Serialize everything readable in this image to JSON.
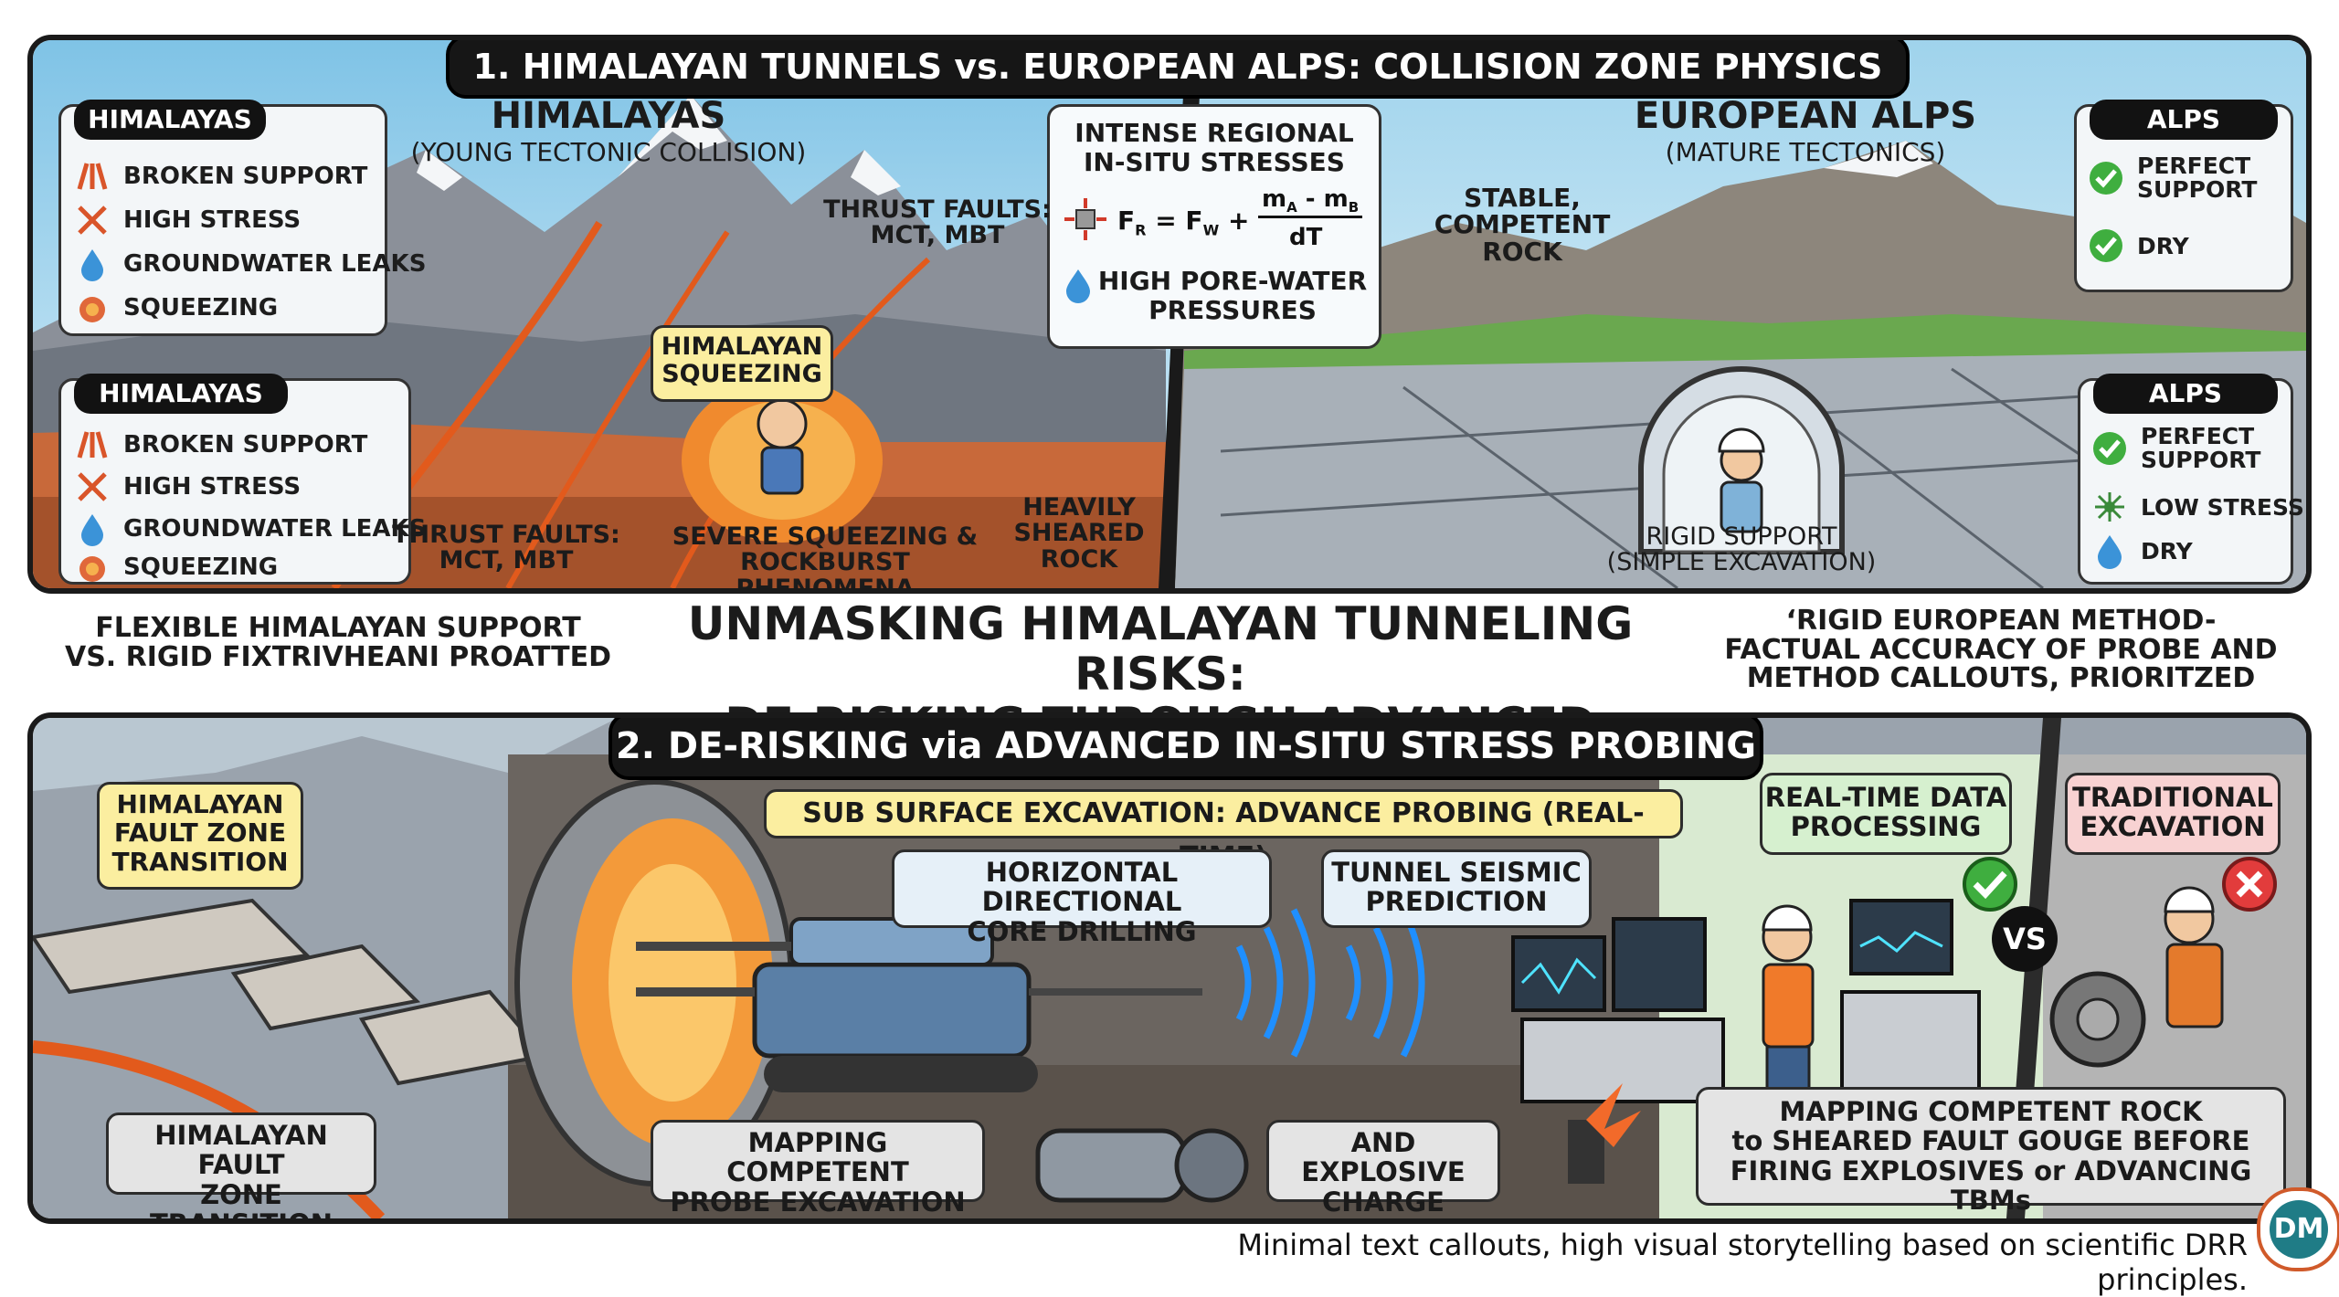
{
  "panel1": {
    "title": "1. HIMALAYAN TUNNELS vs. EUROPEAN ALPS: COLLISION ZONE PHYSICS",
    "left_heading": "HIMALAYAS",
    "left_subheading": "(YOUNG TECTONIC COLLISION)",
    "right_heading": "EUROPEAN ALPS",
    "right_subheading": "(MATURE TECTONICS)",
    "himalaya_box_1": {
      "title": "HIMALAYAS",
      "items": [
        {
          "icon": "broken-support-icon",
          "label": "BROKEN SUPPORT"
        },
        {
          "icon": "high-stress-icon",
          "label": "HIGH STRESS"
        },
        {
          "icon": "water-drop-icon",
          "label": "GROUNDWATER LEAKS"
        },
        {
          "icon": "squeezing-icon",
          "label": "SQUEEZING"
        }
      ]
    },
    "himalaya_box_2": {
      "title": "HIMALAYAS",
      "items": [
        {
          "icon": "broken-support-icon",
          "label": "BROKEN SUPPORT"
        },
        {
          "icon": "high-stress-icon",
          "label": "HIGH STRESS"
        },
        {
          "icon": "water-drop-icon",
          "label": "GROUNDWATER LEAKS"
        },
        {
          "icon": "squeezing-icon",
          "label": "SQUEEZING"
        }
      ]
    },
    "alps_box_1": {
      "title": "ALPS",
      "items": [
        {
          "icon": "check-icon",
          "label_line1": "PERFECT",
          "label_line2": "SUPPORT"
        },
        {
          "icon": "check-icon",
          "label_line1": "DRY",
          "label_line2": ""
        }
      ]
    },
    "alps_box_2": {
      "title": "ALPS",
      "items": [
        {
          "icon": "check-icon",
          "label_line1": "PERFECT",
          "label_line2": "SUPPORT"
        },
        {
          "icon": "low-stress-icon",
          "label_line1": "LOW STRESS",
          "label_line2": ""
        },
        {
          "icon": "water-drop-icon",
          "label_line1": "DRY",
          "label_line2": ""
        }
      ]
    },
    "stress_box": {
      "line1": "INTENSE REGIONAL",
      "line2": "IN-SITU STRESSES",
      "formula_lhs": "F",
      "formula_lhs_sub": "R",
      "formula_mid": " = F",
      "formula_mid_sub": "W",
      "formula_plus": " +",
      "frac_num_a": "m",
      "frac_num_a_sub": "A",
      "frac_num_op": " - m",
      "frac_num_b_sub": "B",
      "frac_den": "dT",
      "line3": "HIGH PORE-WATER",
      "line4": "PRESSURES"
    },
    "thrust_faults_top": {
      "line1": "THRUST FAULTS:",
      "line2": "MCT, MBT"
    },
    "thrust_faults_bottom": {
      "line1": "THRUST FAULTS:",
      "line2": "MCT, MBT"
    },
    "squeezing_callout": {
      "line1": "HIMALAYAN",
      "line2": "SQUEEZING"
    },
    "severe_squeezing": {
      "line1": "SEVERE SQUEEZING &",
      "line2": "ROCKBURST PHENOMENA"
    },
    "heavily_sheared": {
      "line1": "HEAVILY",
      "line2": "SHEARED",
      "line3": "ROCK"
    },
    "stable_rock": {
      "line1": "STABLE,",
      "line2": "COMPETENT",
      "line3": "ROCK"
    },
    "rigid_support": {
      "line1": "RIGID SUPPORT",
      "line2": "(SIMPLE EXCAVATION)"
    }
  },
  "middle": {
    "left_line1": "FLEXIBLE HIMALAYAN SUPPORT",
    "left_line2": "VS. RIGID FIXTRIVHEANI PROATTED",
    "main_line1": "UNMASKING HIMALAYAN TUNNELING RISKS:",
    "main_line2": "DE-RISKING THROUGH ADVANCED PROBING",
    "right_line1": "‘RIGID EUROPEAN METHOD-",
    "right_line2": "FACTUAL ACCURACY OF PROBE AND",
    "right_line3": "METHOD CALLOUTS, PRIORITZED"
  },
  "panel2": {
    "title": "2. DE-RISKING via ADVANCED IN-SITU STRESS PROBING",
    "fault_zone_top": {
      "line1": "HIMALAYAN",
      "line2": "FAULT ZONE",
      "line3": "TRANSITION"
    },
    "fault_zone_bottom": {
      "line1": "HIMALAYAN FAULT",
      "line2": "ZONE TRANSITION"
    },
    "subsurface_banner": "SUB SURFACE EXCAVATION: ADVANCE PROBING (REAL-TIME)",
    "core_drilling": {
      "line1": "HORIZONTAL DIRECTIONAL",
      "line2": "CORE DRILLING"
    },
    "seismic": {
      "line1": "TUNNEL SEISMIC",
      "line2": "PREDICTION"
    },
    "realtime": {
      "line1": "REAL-TIME DATA",
      "line2": "PROCESSING"
    },
    "traditional": {
      "line1": "TRADITIONAL",
      "line2": "EXCAVATION"
    },
    "vs_label": "VS",
    "mapping_probe": {
      "line1": "MAPPING COMPETENT",
      "line2": "PROBE EXCAVATION"
    },
    "explosive": {
      "line1": "AND EXPLOSIVE",
      "line2": "CHARGE"
    },
    "mapping_main": {
      "line1": "MAPPING COMPETENT ROCK",
      "line2": "to SHEARED FAULT GOUGE BEFORE",
      "line3": "FIRING EXPLOSIVES or ADVANCING TBMs"
    }
  },
  "footer": {
    "caption": "Minimal text callouts, high visual storytelling based on scientific DRR principles.",
    "logo_initials": "DM"
  },
  "colors": {
    "sky": "#a9d6ea",
    "mountain": "#8a8f97",
    "snow": "#f4f6f8",
    "orange_rock": "#c8693a",
    "green_layer": "#6aa84f",
    "seismic_blue": "#1f8fff",
    "check_green": "#3fae3f",
    "cross_red": "#e23c3c"
  }
}
